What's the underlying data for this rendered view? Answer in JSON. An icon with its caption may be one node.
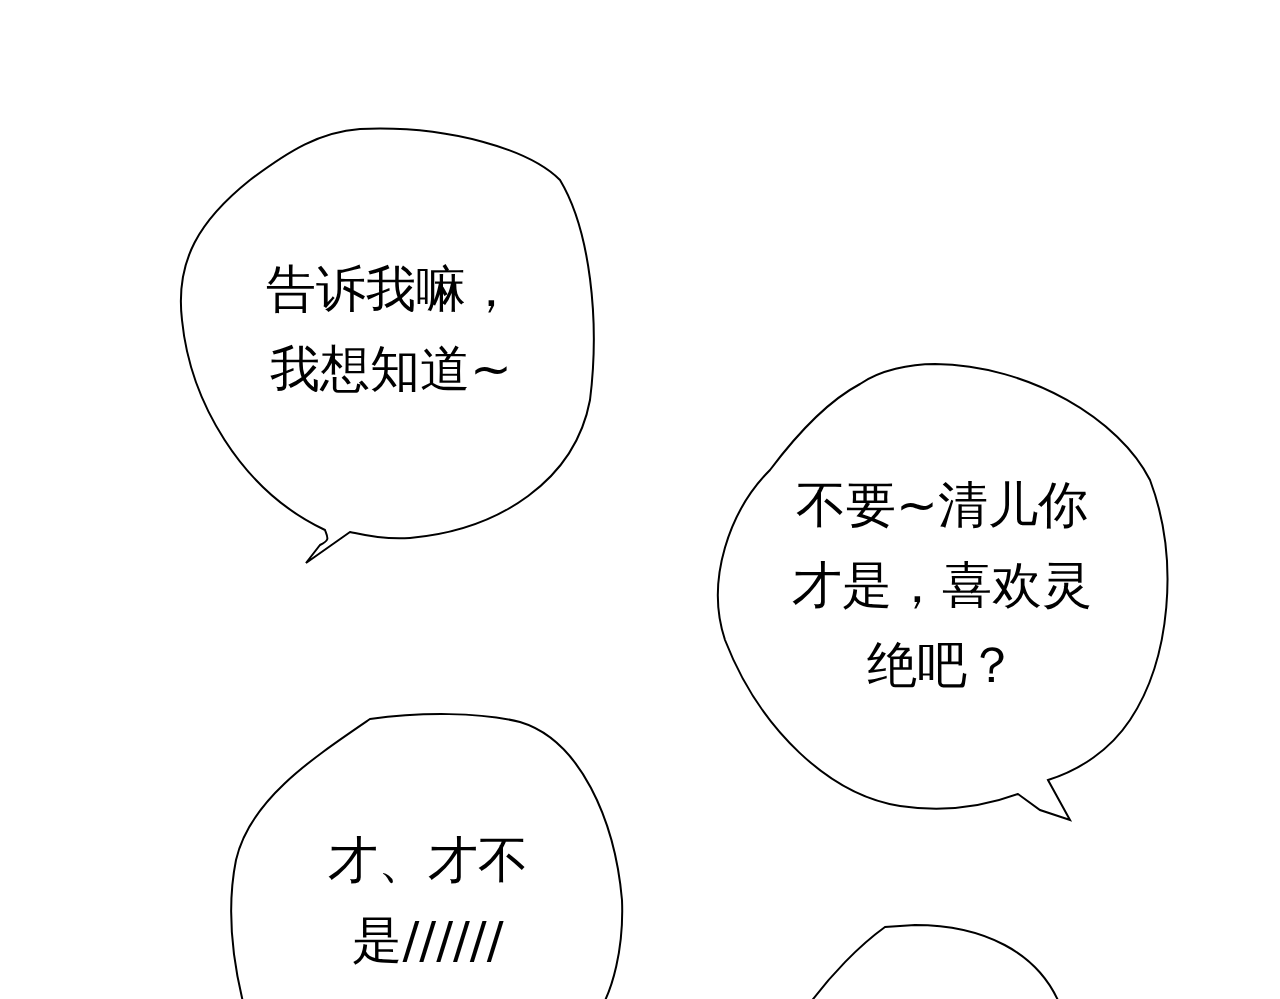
{
  "diagram": {
    "nodes": [
      {
        "text": [
          "告诉我嘛，我想知道~"
        ]
      },
      {
        "text": [
          "不要~清儿你才是，喜欢灵绝吧？"
        ]
      },
      {
        "text": [
          "才、才不是//////"
        ]
      },
      {
        "text": [],
        "shape": "circle"
      }
    ]
  }
}
